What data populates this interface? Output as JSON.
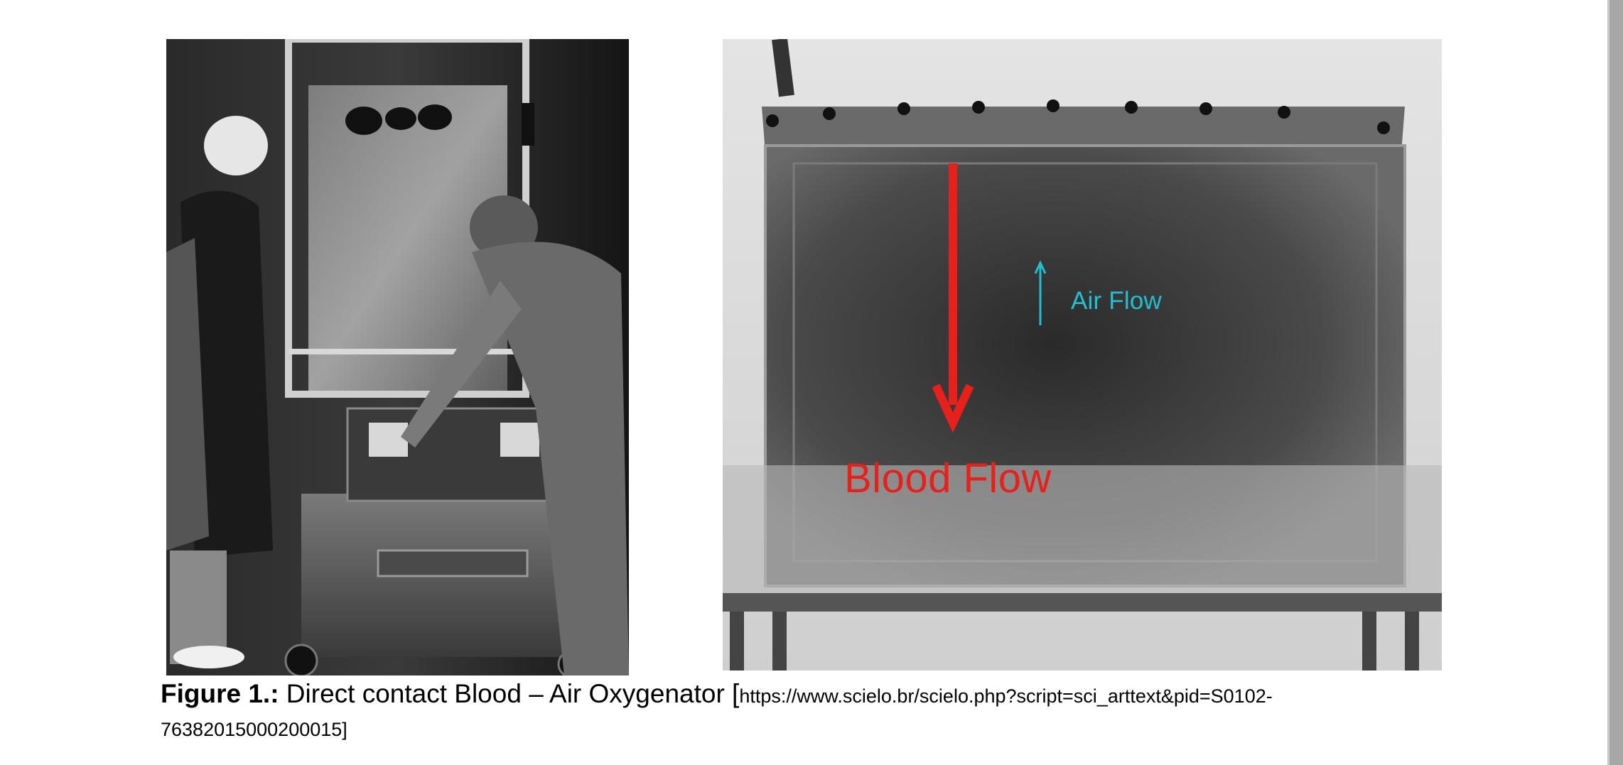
{
  "figure": {
    "left_photo": {
      "icon": "oxygenator-machine-photo"
    },
    "right_photo": {
      "icon": "oxygenator-chamber-photo",
      "annotations": {
        "air_flow": "Air Flow",
        "blood_flow": "Blood Flow",
        "air_arrow_color": "#23bfd0",
        "blood_arrow_color": "#e8201c"
      }
    },
    "caption": {
      "label": "Figure 1.:",
      "text": " Direct contact Blood – Air Oxygenator [",
      "source": "https://www.scielo.br/scielo.php?script=sci_arttext&pid=S0102-76382015000200015]"
    }
  }
}
